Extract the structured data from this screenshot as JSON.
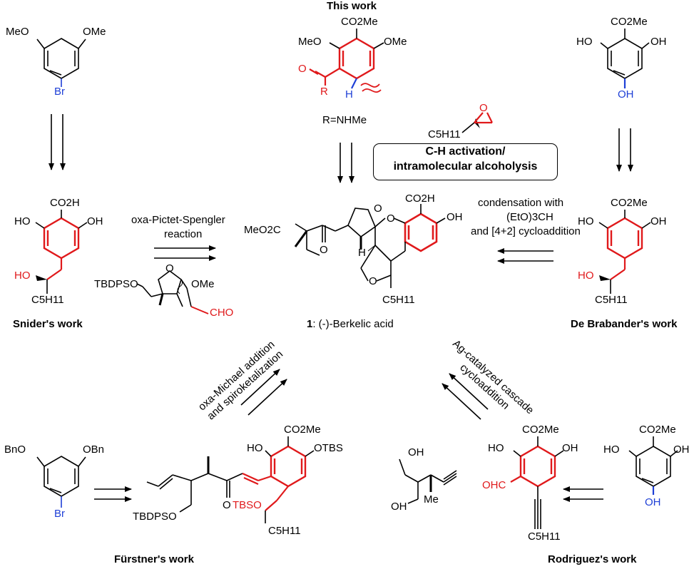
{
  "header": {
    "title": "This work"
  },
  "this_work": {
    "ester": "CO2Me",
    "ome_left": "MeO",
    "ome_right": "OMe",
    "o": "O",
    "r": "R",
    "h": "H",
    "r_def": "R=NHMe"
  },
  "epoxide": {
    "chain": "C5H11",
    "o": "O"
  },
  "box": {
    "line1": "C-H activation/",
    "line2": "intramolecular alcoholysis"
  },
  "top_left": {
    "ome_left": "MeO",
    "ome_right": "OMe",
    "br": "Br"
  },
  "top_right": {
    "ester": "CO2Me",
    "ho": "HO",
    "oh": "OH",
    "oh_bottom": "OH"
  },
  "snider": {
    "acid": "CO2H",
    "ho": "HO",
    "oh": "OH",
    "ho_red": "HO",
    "chain": "C5H11",
    "caption": "Snider's work",
    "reaction_line1": "oxa-Pictet-Spengler",
    "reaction_line2": "reaction",
    "reagent_tbdpso": "TBDPSO",
    "reagent_o": "O",
    "reagent_ome": "OMe",
    "reagent_cho": "CHO"
  },
  "berkelic": {
    "ester": "MeO2C",
    "ketone_o": "O",
    "ring_o1": "O",
    "ring_o2": "O",
    "ring_o3": "O",
    "acid": "CO2H",
    "oh": "OH",
    "h": "H",
    "chain": "C5H11",
    "caption_number": "1",
    "caption_text": ": (-)-Berkelic acid"
  },
  "debrabander": {
    "ester": "CO2Me",
    "ho": "HO",
    "oh": "OH",
    "ho_red": "HO",
    "chain": "C5H11",
    "caption": "De Brabander's work",
    "reaction_line1": "condensation with",
    "reaction_line2": "(EtO)3CH",
    "reaction_line3": "and [4+2] cycloaddition"
  },
  "furstner_arrow": {
    "line1": "oxa-Michael addition",
    "line2": "and spiroketalization"
  },
  "rodriguez_arrow": {
    "line1": "Ag-catalyzed cascade",
    "line2": "cycloaddition"
  },
  "furstner": {
    "start_bno_left": "BnO",
    "start_bno_right": "OBn",
    "start_br": "Br",
    "ester": "CO2Me",
    "ho": "HO",
    "otbs": "OTBS",
    "ketone_o": "O",
    "tbdpso": "TBDPSO",
    "tbso": "TBSO",
    "chain": "C5H11",
    "caption": "Fürstner's work"
  },
  "rodriguez": {
    "oh_top": "OH",
    "oh_left": "OH",
    "me": "Me",
    "ester": "CO2Me",
    "ho": "HO",
    "oh": "OH",
    "ohc": "OHC",
    "chain": "C5H11",
    "caption": "Rodriguez's work",
    "start_ester": "CO2Me",
    "start_ho": "HO",
    "start_oh": "OH",
    "start_oh_bottom": "OH"
  },
  "colors": {
    "highlight": "#e0191b",
    "heteroatom_blue": "#1e3fd6",
    "ink": "#000000"
  }
}
